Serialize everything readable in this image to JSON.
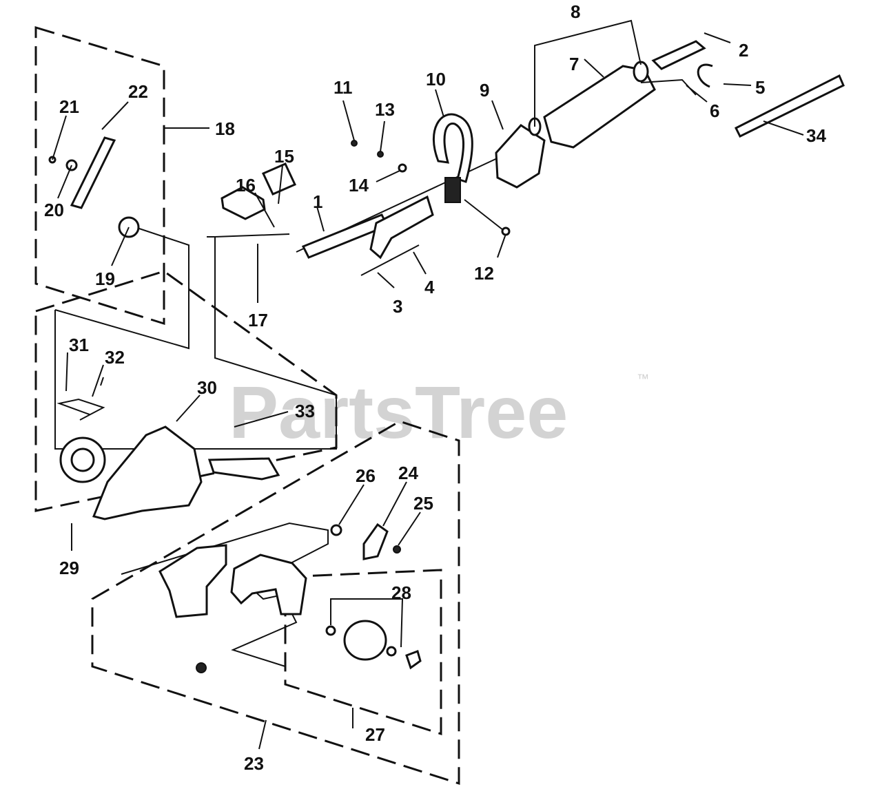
{
  "watermark": {
    "text": "PartsTree",
    "trademark": "™"
  },
  "callouts": [
    {
      "id": "c1",
      "label": "1"
    },
    {
      "id": "c2",
      "label": "2"
    },
    {
      "id": "c3",
      "label": "3"
    },
    {
      "id": "c4",
      "label": "4"
    },
    {
      "id": "c5",
      "label": "5"
    },
    {
      "id": "c6",
      "label": "6"
    },
    {
      "id": "c7",
      "label": "7"
    },
    {
      "id": "c8",
      "label": "8"
    },
    {
      "id": "c9",
      "label": "9"
    },
    {
      "id": "c10",
      "label": "10"
    },
    {
      "id": "c11",
      "label": "11"
    },
    {
      "id": "c12",
      "label": "12"
    },
    {
      "id": "c13",
      "label": "13"
    },
    {
      "id": "c14",
      "label": "14"
    },
    {
      "id": "c15",
      "label": "15"
    },
    {
      "id": "c16",
      "label": "16"
    },
    {
      "id": "c17",
      "label": "17"
    },
    {
      "id": "c18",
      "label": "18"
    },
    {
      "id": "c19",
      "label": "19"
    },
    {
      "id": "c20",
      "label": "20"
    },
    {
      "id": "c21",
      "label": "21"
    },
    {
      "id": "c22",
      "label": "22"
    },
    {
      "id": "c23",
      "label": "23"
    },
    {
      "id": "c24",
      "label": "24"
    },
    {
      "id": "c25",
      "label": "25"
    },
    {
      "id": "c26",
      "label": "26"
    },
    {
      "id": "c27",
      "label": "27"
    },
    {
      "id": "c28",
      "label": "28"
    },
    {
      "id": "c29",
      "label": "29"
    },
    {
      "id": "c30",
      "label": "30"
    },
    {
      "id": "c31",
      "label": "31"
    },
    {
      "id": "c32",
      "label": "32"
    },
    {
      "id": "c33",
      "label": "33"
    },
    {
      "id": "c34",
      "label": "34"
    }
  ]
}
